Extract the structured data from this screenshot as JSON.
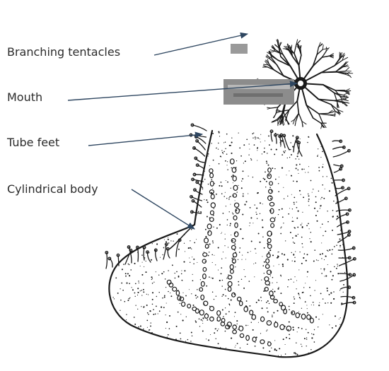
{
  "diagram": {
    "labels": {
      "tentacles": "Branching tentacles",
      "mouth": "Mouth",
      "tube_feet": "Tube feet",
      "body": "Cylindrical body"
    },
    "arrow_color": "#2e4660",
    "ink_color": "#1a1a1a"
  }
}
